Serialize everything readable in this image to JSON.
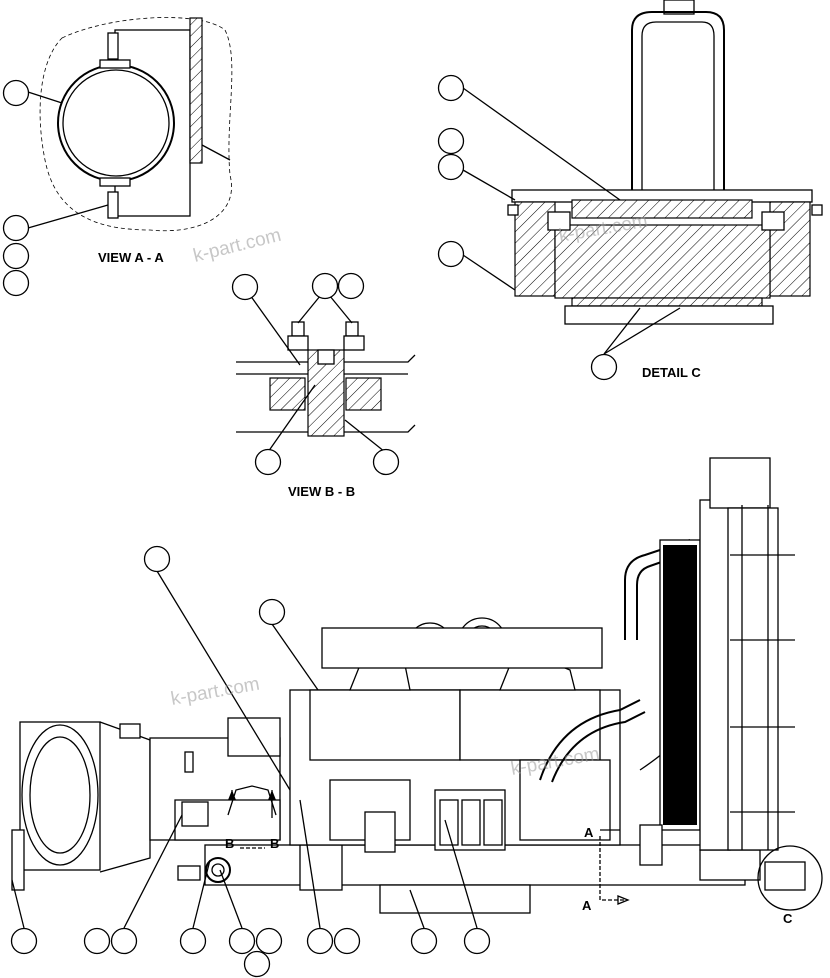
{
  "labels": {
    "view_a": "VIEW A - A",
    "view_b": "VIEW B - B",
    "detail_c": "DETAIL C",
    "section_a_upper": "A",
    "section_a_lower": "A",
    "section_b_left": "B",
    "section_b_right": "B",
    "detail_c_marker": "C"
  },
  "watermarks": [
    "k-part.com",
    "k-part.com",
    "k-part.com",
    "k-part.com"
  ],
  "colors": {
    "line": "#000000",
    "watermark": "#9a9a9a",
    "background": "#ffffff"
  }
}
